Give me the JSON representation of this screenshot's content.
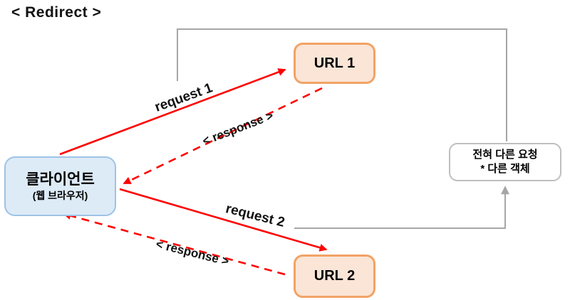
{
  "title": "< Redirect >",
  "colors": {
    "arrow_red": "#FF0000",
    "gray_line": "#A6A6A6",
    "client_fill": "#DDEBF7",
    "client_border": "#9DC3E6",
    "url_fill": "#FBE5D6",
    "url_border": "#F1A366",
    "note_border": "#BFBFBF",
    "text": "#000000"
  },
  "nodes": {
    "client": {
      "label": "클라이언트",
      "sublabel": "(웹 브라우저)"
    },
    "url1": {
      "label": "URL 1"
    },
    "url2": {
      "label": "URL 2"
    },
    "note": {
      "line1": "전혀 다른 요청",
      "line2": "* 다른 객체"
    }
  },
  "edges": {
    "request1": {
      "label": "request 1",
      "style": "solid"
    },
    "response1": {
      "label": "< response >",
      "style": "dashed"
    },
    "request2": {
      "label": "request 2",
      "style": "solid"
    },
    "response2": {
      "label": "< response >",
      "style": "dashed"
    }
  }
}
